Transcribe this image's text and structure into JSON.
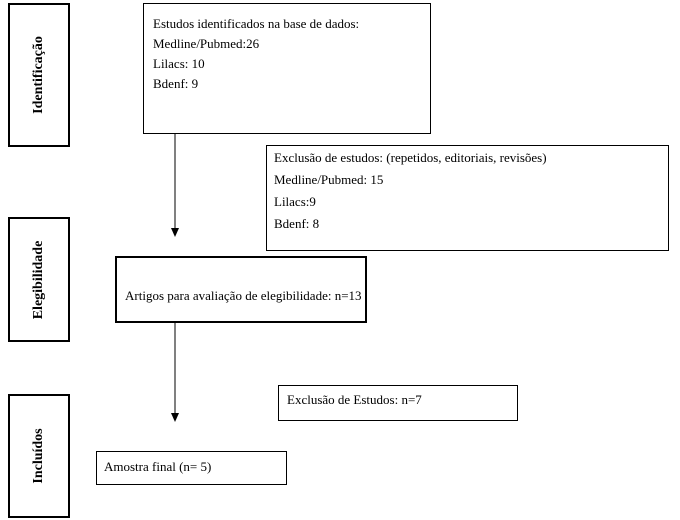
{
  "stages": {
    "identificacao": "Identificação",
    "elegibilidade": "Elegibilidade",
    "incluidos": "Incluídos"
  },
  "identified": {
    "heading": "Estudos identificados na base de dados:",
    "items": [
      "Medline/Pubmed:26",
      "Lilacs: 10",
      "Bdenf: 9"
    ]
  },
  "exclusion1": {
    "heading": "Exclusão de estudos: (repetidos, editoriais, revisões)",
    "items": [
      "Medline/Pubmed: 15",
      "Lilacs:9",
      "Bdenf: 8"
    ]
  },
  "eligibility": {
    "text": "Artigos para avaliação de elegibilidade: n=13"
  },
  "exclusion2": {
    "text": "Exclusão de Estudos: n=7"
  },
  "final": {
    "text": "Amostra final (n= 5)"
  }
}
